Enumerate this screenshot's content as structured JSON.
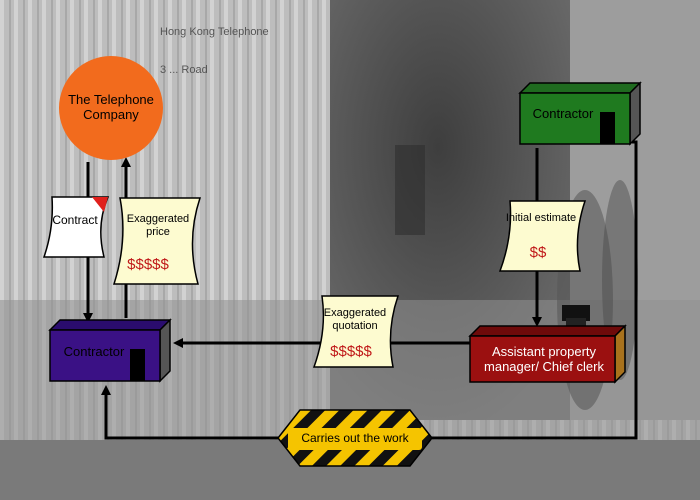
{
  "background": {
    "sign_line1": "Hong Kong Telephone",
    "sign_line2": "3 ... Road"
  },
  "nodes": {
    "telephone_company": {
      "label": "The Telephone Company",
      "color": "#f26b1d"
    },
    "contractor_top": {
      "label": "Contractor",
      "color": "#1f7a1f"
    },
    "contractor_left": {
      "label": "Contractor",
      "color": "#3a1185"
    },
    "assistant": {
      "label": "Assistant property manager/ Chief clerk",
      "color": "#9b1010"
    }
  },
  "documents": {
    "contract": {
      "label": "Contract",
      "corner_color": "#e0201c"
    },
    "exaggerated_price": {
      "label": "Exaggerated price",
      "amount": "$$$$$"
    },
    "initial_estimate": {
      "label": "Initial estimate",
      "amount": "$$"
    },
    "exaggerated_quotation": {
      "label": "Exaggerated quotation",
      "amount": "$$$$$"
    }
  },
  "banner": {
    "label": "Carries out the work",
    "stripe_colors": [
      "#f5c400",
      "#111111"
    ]
  },
  "colors": {
    "document_fill": "#fdfbd0",
    "money": "#c01818",
    "arrow": "#000000"
  }
}
